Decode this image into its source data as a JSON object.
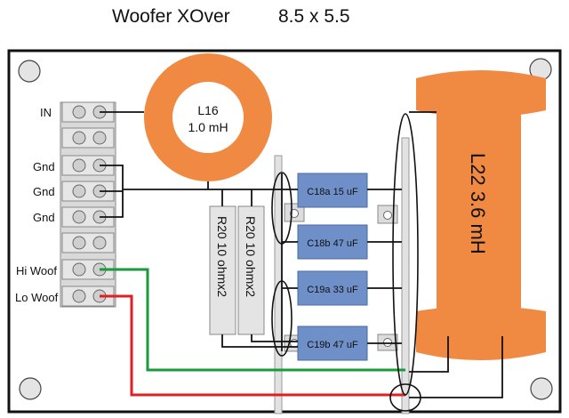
{
  "title": "Woofer XOver",
  "size": "8.5 x 5.5",
  "terminals": {
    "in": "IN",
    "gnd1": "Gnd",
    "gnd2": "Gnd",
    "gnd3": "Gnd",
    "hi_woof": "Hi Woof",
    "lo_woof": "Lo Woof"
  },
  "inductor_l16": {
    "name": "L16",
    "value": "1.0 mH"
  },
  "inductor_l22": {
    "label": "L22 3.6 mH"
  },
  "resistors": [
    {
      "label": "R20 10 ohmx2"
    },
    {
      "label": "R20 10 ohmx2"
    }
  ],
  "capacitors": [
    {
      "label": "C18a 15 uF"
    },
    {
      "label": "C18b 47 uF"
    },
    {
      "label": "C19a 33 uF"
    },
    {
      "label": "C19b 47 uF"
    }
  ],
  "colors": {
    "board": "#ffffff",
    "inductor": "#f08a42",
    "capacitor": "#6f8fc8",
    "terminal": "#d9d9d9",
    "wire_green": "#1a9a3a",
    "wire_red": "#e02020"
  }
}
